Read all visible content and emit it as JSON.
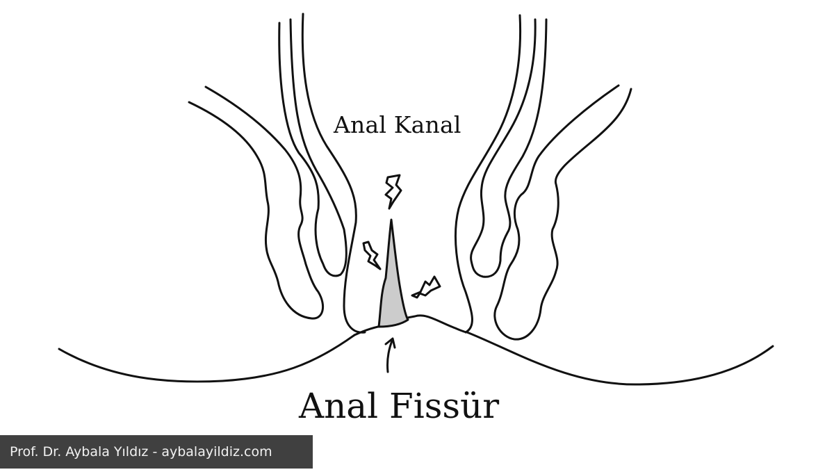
{
  "diagram": {
    "title": "Anal Fissür",
    "labels": {
      "canal": "Anal Kanal",
      "fissure": "Anal Fissür"
    },
    "elements": [
      {
        "name": "anal-canal-walls",
        "description": "Paired curved wall lines forming the anal canal"
      },
      {
        "name": "sphincter-muscles",
        "description": "Wavy sphincter muscle outlines on both sides"
      },
      {
        "name": "fissure-tear",
        "description": "Grey-filled tapering tear at canal opening",
        "fill": "#cccccc"
      },
      {
        "name": "pain-symbols",
        "count": 3,
        "description": "Lightning-bolt pain indicators around fissure"
      },
      {
        "name": "pointer-arrow",
        "description": "Upward arrow pointing to fissure"
      },
      {
        "name": "skin-surface",
        "description": "Curved buttock/skin surface line"
      }
    ]
  },
  "credit": {
    "text": "Prof. Dr. Aybala Yıldız - aybalayildiz.com",
    "background": "#404040"
  }
}
